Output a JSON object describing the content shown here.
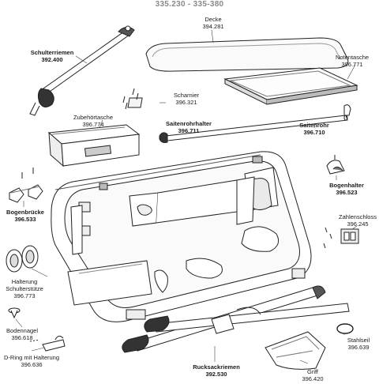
{
  "header": {
    "title": "335.230 - 335-380"
  },
  "parts": [
    {
      "key": "decke",
      "name": "Decke",
      "code": "394.281",
      "bold": false
    },
    {
      "key": "schulterriemen",
      "name": "Schulterriemen",
      "code": "392.400",
      "bold": true
    },
    {
      "key": "notentasche",
      "name": "Notentasche",
      "code": "396.771",
      "bold": false
    },
    {
      "key": "scharnier",
      "name": "Scharnier",
      "code": "396.321",
      "bold": false
    },
    {
      "key": "zubehoertasche",
      "name": "Zubehörtasche",
      "code": "396.774",
      "bold": false
    },
    {
      "key": "saitenrohrhalter",
      "name": "Saitenrohrhalter",
      "code": "396.711",
      "bold": true
    },
    {
      "key": "saitenrohr",
      "name": "Saitenrohr",
      "code": "396.710",
      "bold": true
    },
    {
      "key": "bogenhalter",
      "name": "Bogenhalter",
      "code": "396.523",
      "bold": true
    },
    {
      "key": "bogenbruecke",
      "name": "Bogenbrücke",
      "code": "396.533",
      "bold": true
    },
    {
      "key": "zahlenschloss",
      "name": "Zahlenschloss",
      "code": "396.245",
      "bold": false
    },
    {
      "key": "halterung",
      "name": "Halterung Schulterstütze",
      "code": "396.773",
      "bold": false
    },
    {
      "key": "bodennagel",
      "name": "Bodennagel",
      "code": "396.618",
      "bold": false
    },
    {
      "key": "dring",
      "name": "D-Ring mit Halterung",
      "code": "396.636",
      "bold": false
    },
    {
      "key": "rucksackriemen",
      "name": "Rucksackriemen",
      "code": "392.530",
      "bold": true
    },
    {
      "key": "stahlseil",
      "name": "Stahlseil",
      "code": "396.639",
      "bold": false
    },
    {
      "key": "griff",
      "name": "Griff",
      "code": "396.420",
      "bold": false
    }
  ]
}
